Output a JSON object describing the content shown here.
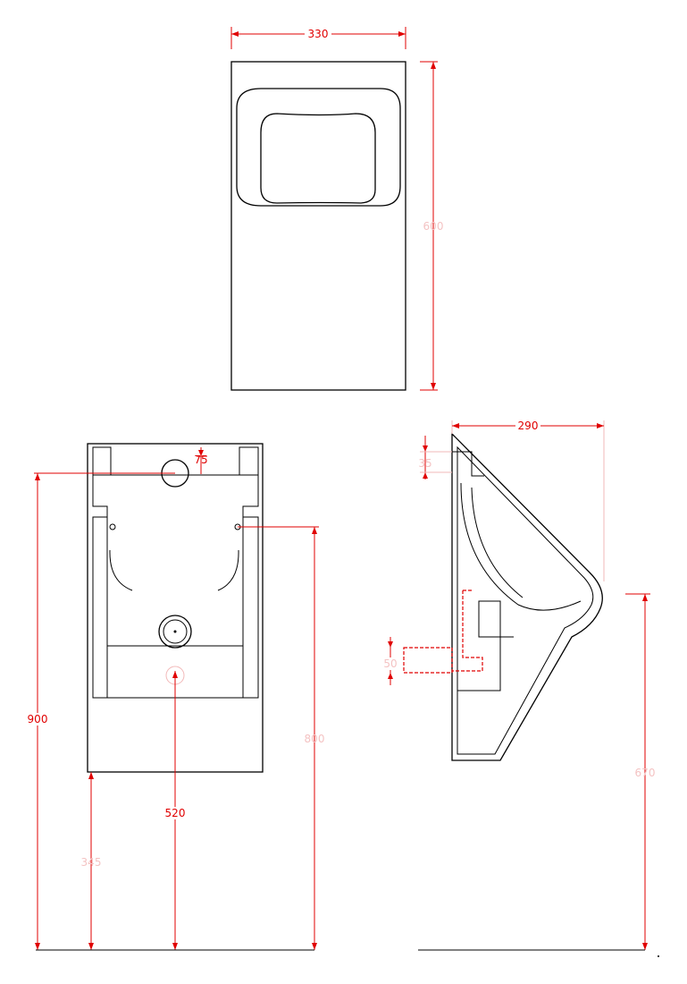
{
  "dimensions": {
    "top_width": "330",
    "top_height": "600",
    "front_height_total": "900",
    "front_inlet": "75",
    "front_bracket_height": "800",
    "front_outlet_height": "520",
    "front_bottom_edge": "345",
    "side_depth": "290",
    "side_top_offset": "35",
    "side_outlet": "50",
    "side_rim_height": "670"
  },
  "colors": {
    "outline": "#000000",
    "dimension": "#e00000",
    "dimension_faint": "#f2b9b9",
    "background": "#ffffff"
  }
}
